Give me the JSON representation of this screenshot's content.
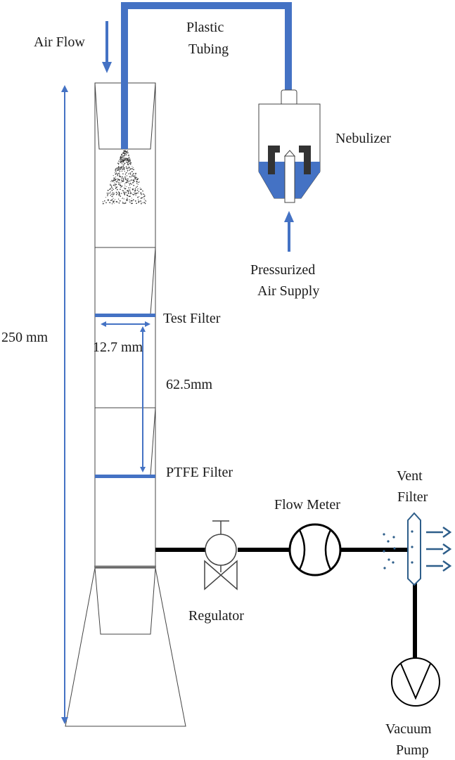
{
  "labels": {
    "air_flow": "Air Flow",
    "plastic_tubing_1": "Plastic",
    "plastic_tubing_2": "Tubing",
    "nebulizer": "Nebulizer",
    "pressurized_1": "Pressurized",
    "pressurized_2": "Air Supply",
    "test_filter": "Test Filter",
    "width_dim": "12.7 mm",
    "spacing_dim": "62.5mm",
    "total_dim": "250 mm",
    "ptfe_filter": "PTFE Filter",
    "flow_meter": "Flow Meter",
    "vent_1": "Vent",
    "vent_2": "Filter",
    "regulator": "Regulator",
    "vacuum_1": "Vacuum",
    "vacuum_2": "Pump"
  },
  "colors": {
    "accent_blue": "#4472c4",
    "vent_blue": "#2e5e8a",
    "outline": "#444444",
    "line_black": "#000000"
  }
}
